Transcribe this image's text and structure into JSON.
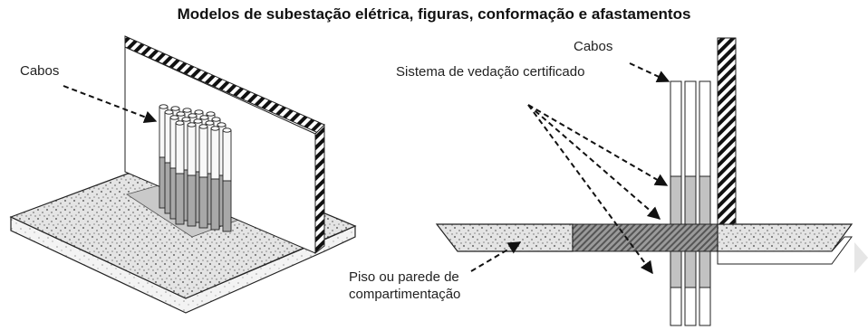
{
  "title": "Modelos de subestação elétrica, figuras, conformação e afastamentos",
  "labels": {
    "cabos_left": "Cabos",
    "cabos_right": "Cabos",
    "sistema": "Sistema de vedação certificado",
    "piso_line1": "Piso ou parede de",
    "piso_line2": "compartimentação"
  },
  "colors": {
    "ink": "#222222",
    "slab_fill": "#dcdcdc",
    "seal_fill": "#bdbdbd",
    "cable_fill": "#f7f7f7"
  }
}
